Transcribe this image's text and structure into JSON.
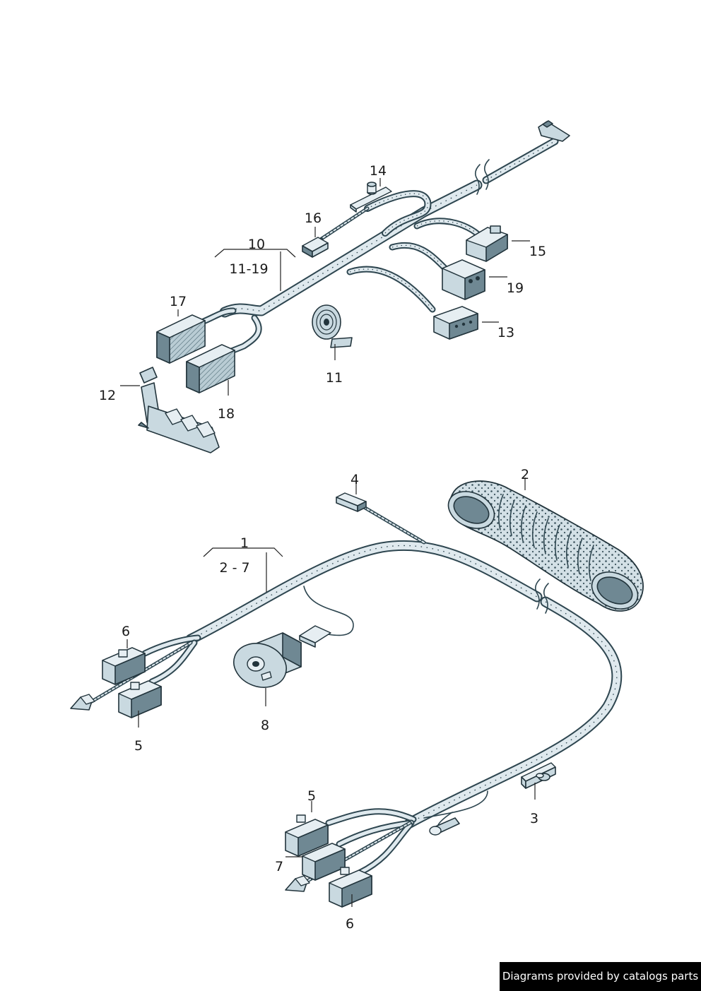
{
  "callouts": {
    "c1": "1",
    "c2_7": "2 - 7",
    "c2": "2",
    "c3": "3",
    "c4": "4",
    "c5a": "5",
    "c5b": "5",
    "c6a": "6",
    "c6b": "6",
    "c7": "7",
    "c8": "8",
    "c10": "10",
    "c11_19": "11-19",
    "c11": "11",
    "c12": "12",
    "c13": "13",
    "c14": "14",
    "c15": "15",
    "c16": "16",
    "c17": "17",
    "c18": "18",
    "c19": "19"
  },
  "footer": {
    "text": "Diagrams provided by catalogs parts"
  },
  "colors": {
    "ink": "#22343c",
    "fill": "#c9d9e0",
    "footer_bg": "#000000"
  }
}
